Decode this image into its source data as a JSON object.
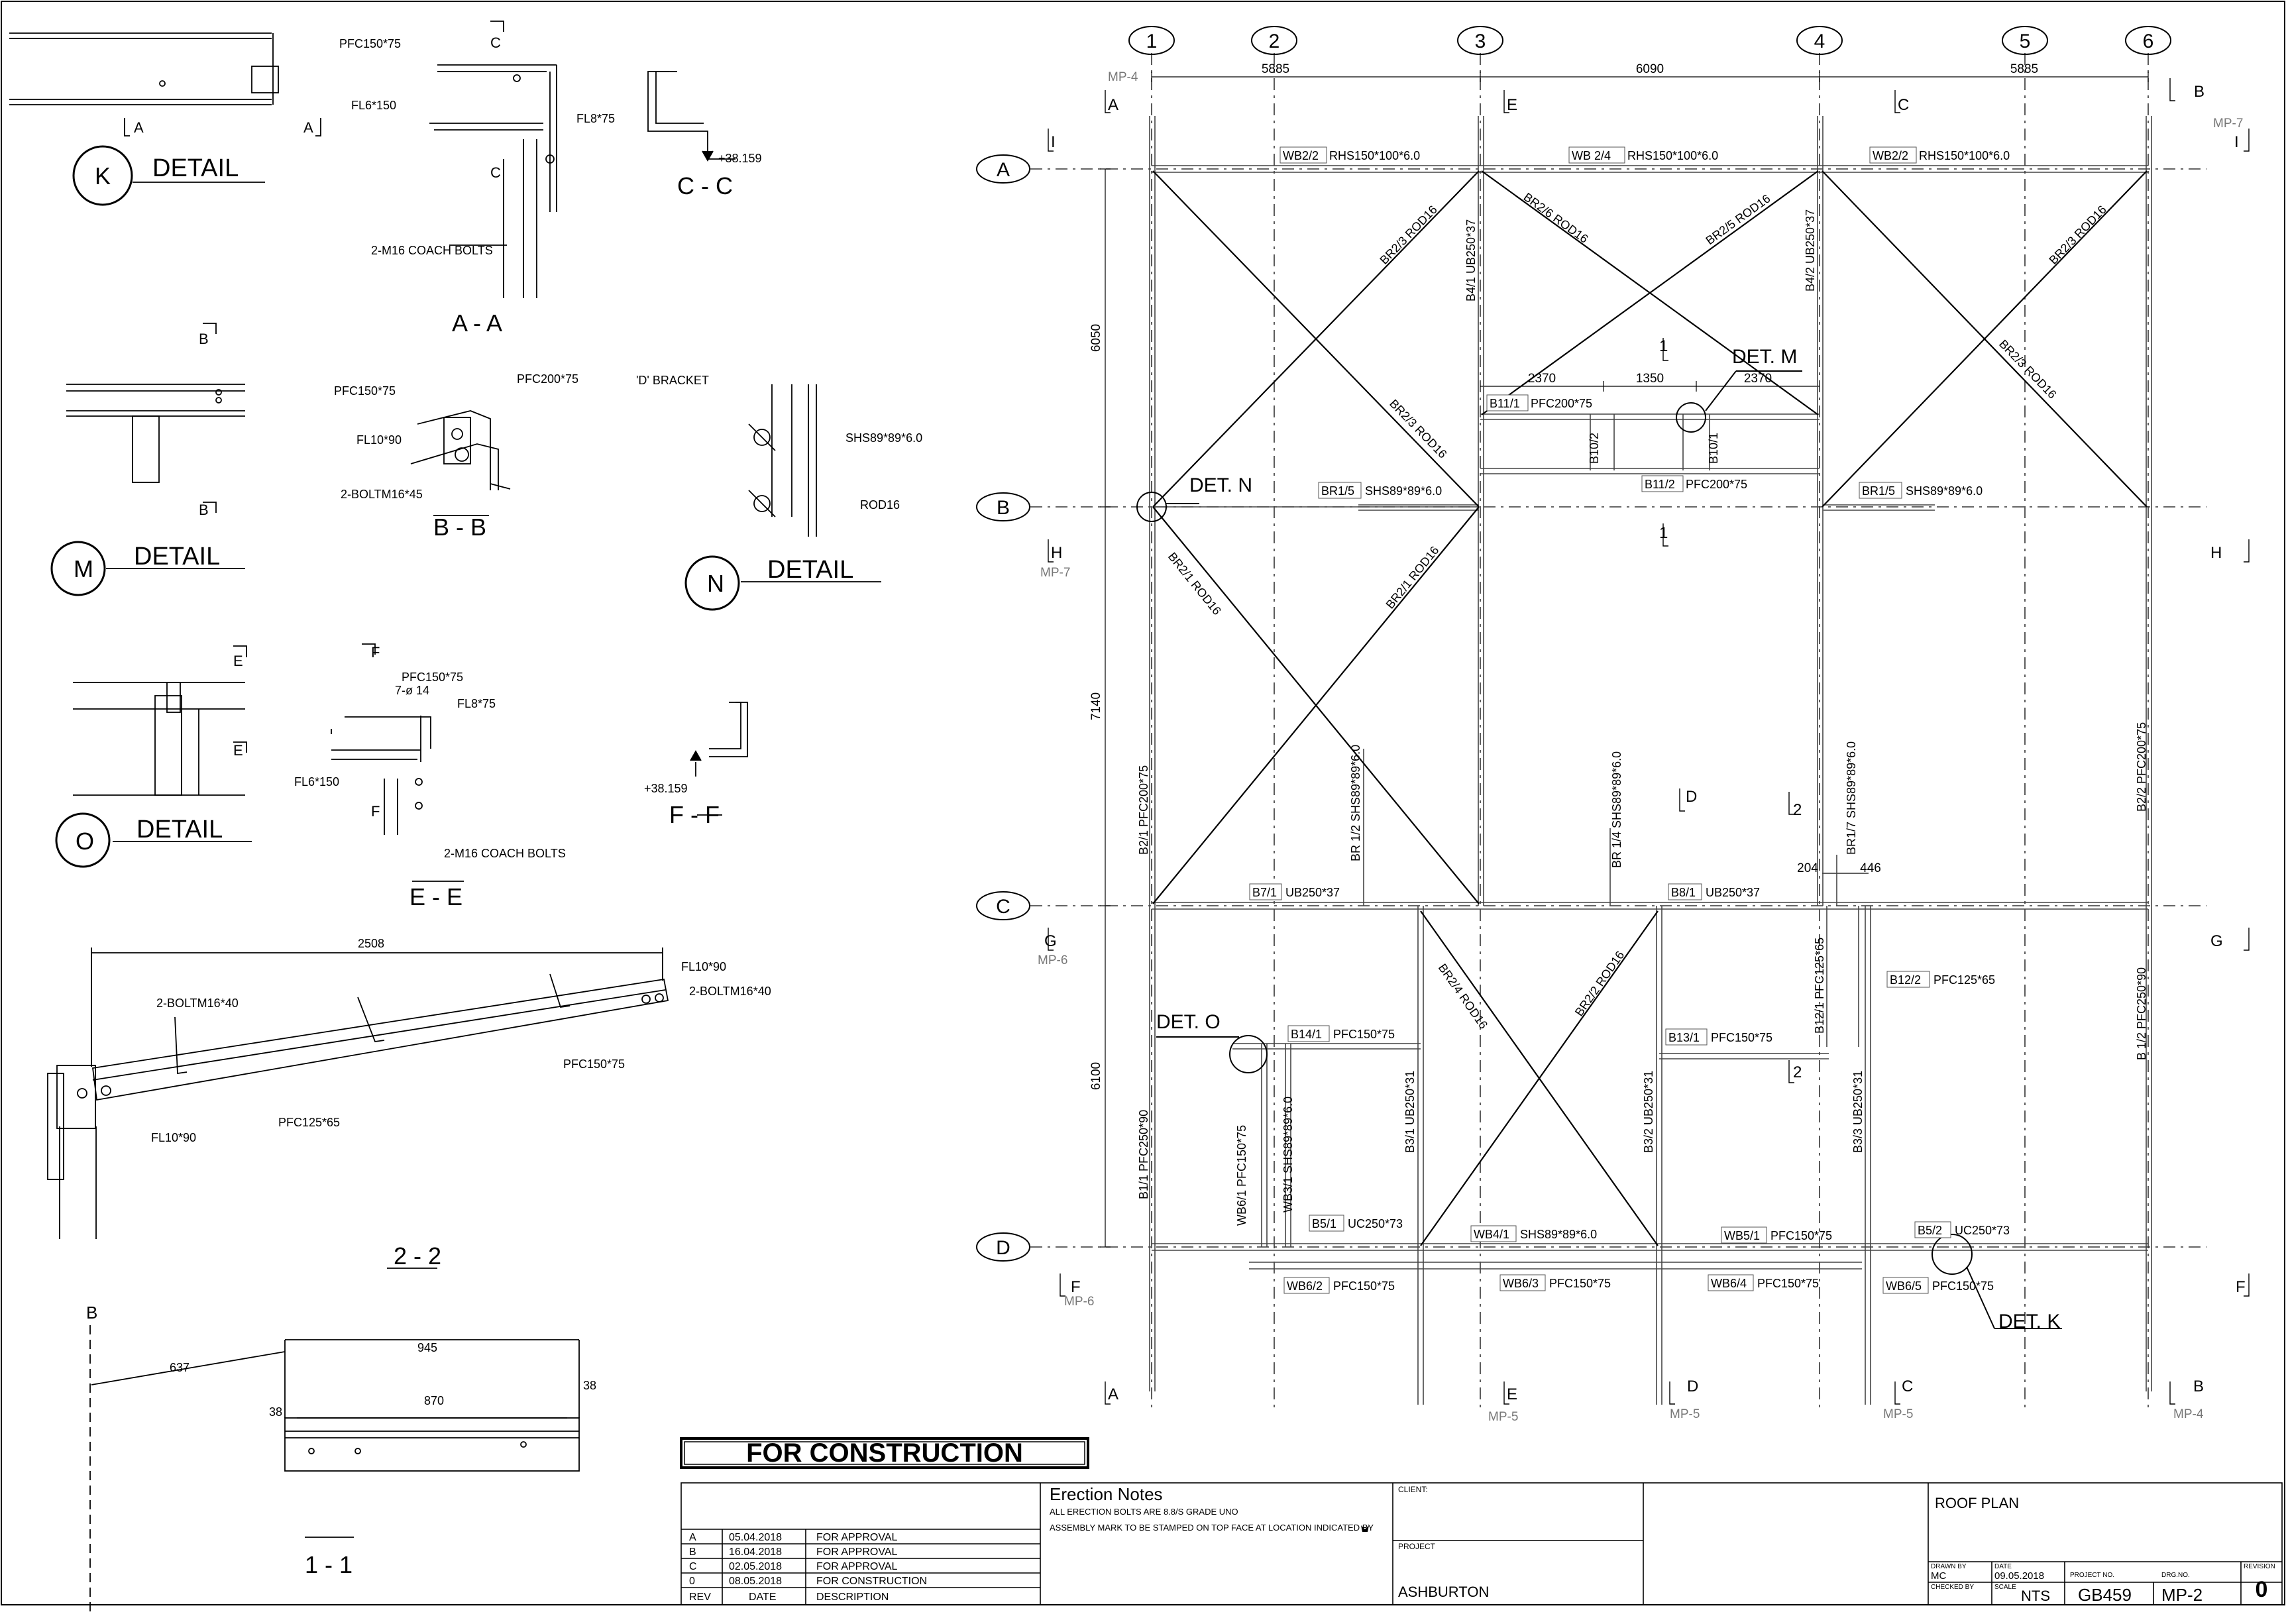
{
  "grid": {
    "columns": [
      "1",
      "2",
      "3",
      "4",
      "5",
      "6"
    ],
    "rows": [
      "A",
      "B",
      "C",
      "D"
    ],
    "col_spacings": [
      "5885",
      "6090",
      "5885"
    ],
    "row_spacings": [
      "6050",
      "7140",
      "6100"
    ]
  },
  "sheet_refs": {
    "mp4_top": "MP-4",
    "mp7_top": "MP-7",
    "mp7_left": "MP-7",
    "mp6_g": "MP-6",
    "mp6_f": "MP-6",
    "mp5_e": "MP-5",
    "mp5_d": "MP-5",
    "mp5_c": "MP-5",
    "mp4_bot": "MP-4"
  },
  "section_marks": {
    "a_top": "A",
    "e_top": "E",
    "c_top": "C",
    "b_top": "B",
    "i_left": "I",
    "i_right": "I",
    "h_left": "H",
    "h_right": "H",
    "g_left": "G",
    "g_right": "G",
    "f_left": "F",
    "f_right": "F",
    "a_bot": "A",
    "e_bot": "E",
    "d_bot": "D",
    "c_bot": "C",
    "b_bot": "B",
    "d_mid": "D",
    "one_a": "1",
    "one_b": "1",
    "two_a": "2",
    "two_b": "2"
  },
  "members": {
    "wb2_2a": "WB2/2",
    "wb2_2a_spec": "RHS150*100*6.0",
    "wb2_4": "WB 2/4",
    "wb2_4_spec": "RHS150*100*6.0",
    "wb2_2b": "WB2/2",
    "wb2_2b_spec": "RHS150*100*6.0",
    "br2_3a": "BR2/3 ROD16",
    "br2_6": "BR2/6 ROD16",
    "br2_5": "BR2/5 ROD16",
    "br2_3b": "BR2/3 ROD16",
    "br2_3c": "BR2/3 ROD16",
    "br2_3d": "BR2/3 ROD16",
    "br2_1a": "BR2/1 ROD16",
    "br2_1b": "BR2/1 ROD16",
    "br2_4": "BR2/4 ROD16",
    "br2_2": "BR2/2 ROD16",
    "b4_1": "B4/1 UB250*37",
    "b4_2": "B4/2 UB250*37",
    "b11_1": "B11/1",
    "b11_1_spec": "PFC200*75",
    "b11_2": "B11/2",
    "b11_2_spec": "PFC200*75",
    "b10_2": "B10/2",
    "b10_1": "B10/1",
    "br1_5a": "BR1/5",
    "br1_5a_spec": "SHS89*89*6.0",
    "br1_5b": "BR1/5",
    "br1_5b_spec": "SHS89*89*6.0",
    "b2_1": "B2/1 PFC200*75",
    "b2_2": "B2/2 PFC200*75",
    "br1_2": "BR 1/2 SHS89*89*6.0",
    "br1_4": "BR 1/4 SHS89*89*6.0",
    "br1_7": "BR1/7 SHS89*89*6.0",
    "b7_1": "B7/1",
    "b7_1_spec": "UB250*37",
    "b8_1": "B8/1",
    "b8_1_spec": "UB250*37",
    "b12_1": "B12/1 PFC125*65",
    "b12_2": "B12/2",
    "b12_2_spec": "PFC125*65",
    "b14_1": "B14/1",
    "b14_1_spec": "PFC150*75",
    "b13_1": "B13/1",
    "b13_1_spec": "PFC150*75",
    "b1_1": "B1/1 PFC250*90",
    "b1_2": "B 1/2 PFC250*90",
    "wb6_1": "WB6/1 PFC150*75",
    "wb3_1": "WB3/1 SHS89*89*6.0",
    "b3_1": "B3/1 UB250*31",
    "b3_2": "B3/2 UB250*31",
    "b3_3": "B3/3 UB250*31",
    "b5_1": "B5/1",
    "b5_1_spec": "UC250*73",
    "b5_2": "B5/2",
    "b5_2_spec": "UC250*73",
    "wb4_1": "WB4/1",
    "wb4_1_spec": "SHS89*89*6.0",
    "wb5_1": "WB5/1",
    "wb5_1_spec": "PFC150*75",
    "wb6_2": "WB6/2",
    "wb6_2_spec": "PFC150*75",
    "wb6_3": "WB6/3",
    "wb6_3_spec": "PFC150*75",
    "wb6_4": "WB6/4",
    "wb6_4_spec": "PFC150*75",
    "wb6_5": "WB6/5",
    "wb6_5_spec": "PFC150*75"
  },
  "plan_dims": {
    "d2370a": "2370",
    "d1350": "1350",
    "d2370b": "2370",
    "d204": "204",
    "d446": "446"
  },
  "det_callouts": {
    "det_m": "DET. M",
    "det_n": "DET. N",
    "det_o": "DET. O",
    "det_k": "DET. K"
  },
  "details": {
    "k_letter": "K",
    "k_title": "DETAIL",
    "k_a1": "A",
    "k_a2": "A",
    "aa_pfc": "PFC150*75",
    "aa_c1": "C",
    "aa_fl6": "FL6*150",
    "aa_fl8": "FL8*75",
    "aa_c2": "C",
    "aa_bolts": "2-M16 COACH BOLTS",
    "aa_title": "A - A",
    "cc_level": "+38.159",
    "cc_title": "C - C",
    "m_b1": "B",
    "m_b2": "B",
    "m_letter": "M",
    "m_title": "DETAIL",
    "bb_pfc150": "PFC150*75",
    "bb_pfc200": "PFC200*75",
    "bb_fl10": "FL10*90",
    "bb_bolt": "2-BOLTM16*45",
    "bb_title": "B - B",
    "n_bracket": "'D' BRACKET",
    "n_shs": "SHS89*89*6.0",
    "n_rod": "ROD16",
    "n_letter": "N",
    "n_title": "DETAIL",
    "o_e1": "E",
    "o_e2": "E",
    "o_letter": "O",
    "o_title": "DETAIL",
    "ee_f1": "F",
    "ee_pfc": "PFC150*75",
    "ee_holes": "7-ø 14",
    "ee_fl8": "FL8*75",
    "ee_fl6": "FL6*150",
    "ee_f2": "F",
    "ee_bolts": "2-M16 COACH BOLTS",
    "ee_title": "E - E",
    "ff_level": "+38.159",
    "ff_title": "F - F",
    "s22_len": "2508",
    "s22_fl10": "FL10*90",
    "s22_bolt_left": "2-BOLTM16*40",
    "s22_bolt_right": "2-BOLTM16*40",
    "s22_pfc150": "PFC150*75",
    "s22_pfc125": "PFC125*65",
    "s22_fl10b": "FL10*90",
    "s22_title": "2 - 2",
    "s11_b": "B",
    "s11_637": "637",
    "s11_945": "945",
    "s11_38a": "38",
    "s11_870": "870",
    "s11_38b": "38",
    "s11_title": "1 - 1"
  },
  "title_block": {
    "stamp": "FOR CONSTRUCTION",
    "revisions": [
      {
        "rev": "A",
        "date": "05.04.2018",
        "desc": "FOR APPROVAL"
      },
      {
        "rev": "B",
        "date": "16.04.2018",
        "desc": "FOR APPROVAL"
      },
      {
        "rev": "C",
        "date": "02.05.2018",
        "desc": "FOR APPROVAL"
      },
      {
        "rev": "0",
        "date": "08.05.2018",
        "desc": "FOR CONSTRUCTION"
      }
    ],
    "rev_hdr": "REV",
    "date_hdr": "DATE",
    "desc_hdr": "DESCRIPTION",
    "notes_title": "Erection Notes",
    "note1": "ALL ERECTION BOLTS ARE 8.8/S GRADE UNO",
    "note2": "ASSEMBLY MARK TO BE STAMPED ON TOP FACE AT LOCATION INDICATED BY",
    "client_lbl": "CLIENT:",
    "project_lbl": "PROJECT",
    "project": "ASHBURTON",
    "drawing_title": "ROOF  PLAN",
    "drawn_lbl": "DRAWN BY",
    "drawn": "MC",
    "date_lbl": "DATE",
    "date": "09.05.2018",
    "checked_lbl": "CHECKED BY",
    "scale_lbl": "SCALE",
    "scale": "NTS",
    "projno_lbl": "PROJECT NO.",
    "projno": "GB459",
    "drgno_lbl": "DRG.NO.",
    "drgno": "MP-2",
    "revision_lbl": "REVISION",
    "revision": "0"
  }
}
